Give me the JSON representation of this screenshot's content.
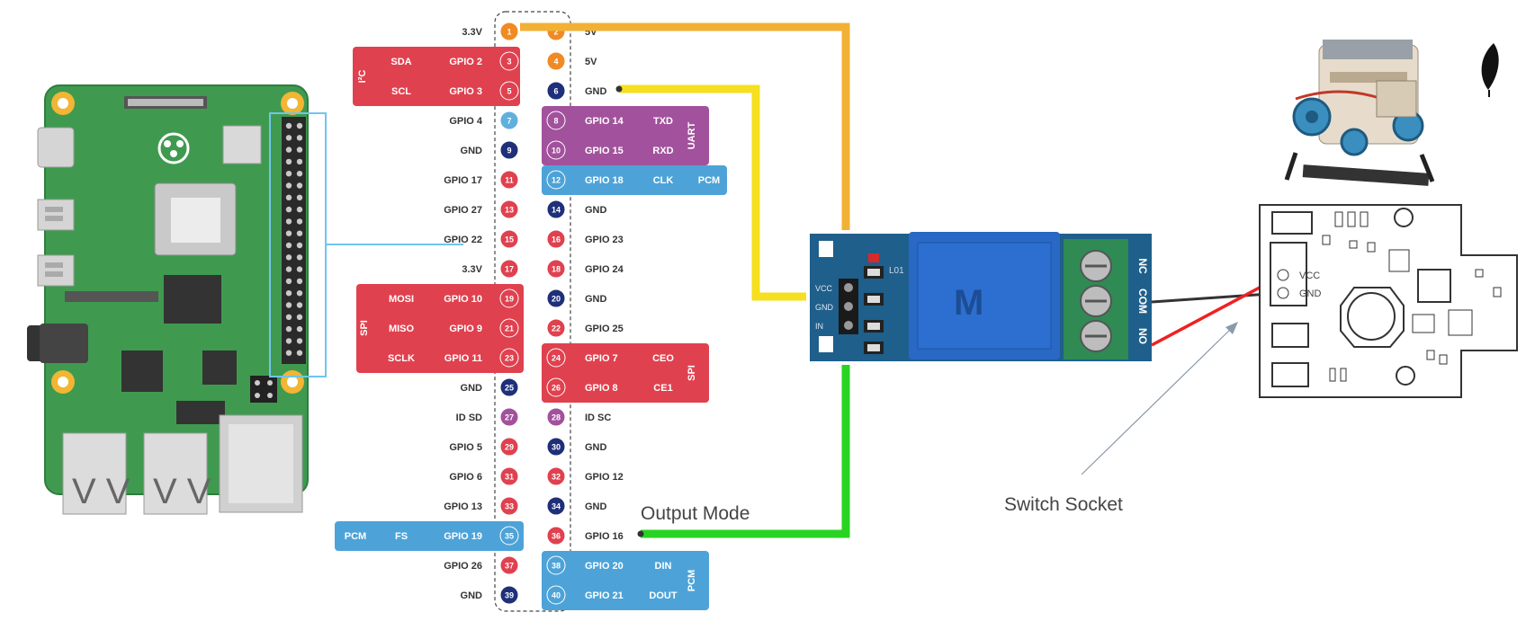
{
  "colors": {
    "red": "#e0414f",
    "purple": "#a2519c",
    "blue": "#4da3d8",
    "navy": "#1f2f7a",
    "orange": "#f08a24",
    "lightblue": "#5fb0dd",
    "pi_board": "#3f9a4f",
    "relay_board": "#1f5f8b",
    "relay_blue": "#2968c4",
    "terminal_green": "#2f8a54",
    "wire_orange": "#f2b134",
    "wire_yellow": "#f5df1f",
    "wire_green": "#29d321",
    "wire_red": "#ee2222",
    "wire_black": "#333333"
  },
  "header": {
    "left": [
      {
        "pin": "1",
        "label": "3.3V",
        "color": "orange",
        "func": []
      },
      {
        "pin": "3",
        "label": "GPIO 2",
        "color": "red",
        "func": [
          "SDA"
        ]
      },
      {
        "pin": "5",
        "label": "GPIO 3",
        "color": "red",
        "func": [
          "SCL"
        ]
      },
      {
        "pin": "7",
        "label": "GPIO 4",
        "color": "lightblue",
        "func": []
      },
      {
        "pin": "9",
        "label": "GND",
        "color": "navy",
        "func": []
      },
      {
        "pin": "11",
        "label": "GPIO 17",
        "color": "red",
        "func": []
      },
      {
        "pin": "13",
        "label": "GPIO 27",
        "color": "red",
        "func": []
      },
      {
        "pin": "15",
        "label": "GPIO 22",
        "color": "red",
        "func": []
      },
      {
        "pin": "17",
        "label": "3.3V",
        "color": "red",
        "func": []
      },
      {
        "pin": "19",
        "label": "GPIO 10",
        "color": "red",
        "func": [
          "MOSI"
        ]
      },
      {
        "pin": "21",
        "label": "GPIO 9",
        "color": "red",
        "func": [
          "MISO"
        ]
      },
      {
        "pin": "23",
        "label": "GPIO 11",
        "color": "red",
        "func": [
          "SCLK"
        ]
      },
      {
        "pin": "25",
        "label": "GND",
        "color": "navy",
        "func": []
      },
      {
        "pin": "27",
        "label": "ID SD",
        "color": "purple",
        "func": []
      },
      {
        "pin": "29",
        "label": "GPIO 5",
        "color": "red",
        "func": []
      },
      {
        "pin": "31",
        "label": "GPIO 6",
        "color": "red",
        "func": []
      },
      {
        "pin": "33",
        "label": "GPIO 13",
        "color": "red",
        "func": []
      },
      {
        "pin": "35",
        "label": "GPIO 19",
        "color": "blue",
        "func": [
          "FS",
          "PCM"
        ]
      },
      {
        "pin": "37",
        "label": "GPIO 26",
        "color": "red",
        "func": []
      },
      {
        "pin": "39",
        "label": "GND",
        "color": "navy",
        "func": []
      }
    ],
    "right": [
      {
        "pin": "2",
        "label": "5V",
        "color": "orange",
        "func": []
      },
      {
        "pin": "4",
        "label": "5V",
        "color": "orange",
        "func": []
      },
      {
        "pin": "6",
        "label": "GND",
        "color": "navy",
        "func": []
      },
      {
        "pin": "8",
        "label": "GPIO 14",
        "color": "purple",
        "func": [
          "TXD"
        ]
      },
      {
        "pin": "10",
        "label": "GPIO 15",
        "color": "purple",
        "func": [
          "RXD"
        ]
      },
      {
        "pin": "12",
        "label": "GPIO 18",
        "color": "blue",
        "func": [
          "CLK",
          "PCM"
        ]
      },
      {
        "pin": "14",
        "label": "GND",
        "color": "navy",
        "func": []
      },
      {
        "pin": "16",
        "label": "GPIO 23",
        "color": "red",
        "func": []
      },
      {
        "pin": "18",
        "label": "GPIO 24",
        "color": "red",
        "func": []
      },
      {
        "pin": "20",
        "label": "GND",
        "color": "navy",
        "func": []
      },
      {
        "pin": "22",
        "label": "GPIO 25",
        "color": "red",
        "func": []
      },
      {
        "pin": "24",
        "label": "GPIO 7",
        "color": "red",
        "func": [
          "CEO"
        ]
      },
      {
        "pin": "26",
        "label": "GPIO 8",
        "color": "red",
        "func": [
          "CE1"
        ]
      },
      {
        "pin": "28",
        "label": "ID SC",
        "color": "purple",
        "func": []
      },
      {
        "pin": "30",
        "label": "GND",
        "color": "navy",
        "func": []
      },
      {
        "pin": "32",
        "label": "GPIO 12",
        "color": "red",
        "func": []
      },
      {
        "pin": "34",
        "label": "GND",
        "color": "navy",
        "func": []
      },
      {
        "pin": "36",
        "label": "GPIO 16",
        "color": "red",
        "func": []
      },
      {
        "pin": "38",
        "label": "GPIO 20",
        "color": "blue",
        "func": [
          "DIN"
        ]
      },
      {
        "pin": "40",
        "label": "GPIO 21",
        "color": "blue",
        "func": [
          "DOUT"
        ]
      }
    ],
    "groups": {
      "i2c": "I²C",
      "spi_left": "SPI",
      "uart": "UART",
      "pcm_top": "PCM",
      "spi_right": "SPI",
      "pcm_bottom": "PCM"
    }
  },
  "relay": {
    "pins": [
      "VCC",
      "GND",
      "IN"
    ],
    "terminals": [
      "NC",
      "COM",
      "NO"
    ],
    "led_label": "L01"
  },
  "socket": {
    "labels": [
      "VCC",
      "GND"
    ]
  },
  "annotations": {
    "output_mode": "Output Mode",
    "switch_socket": "Switch Socket"
  }
}
